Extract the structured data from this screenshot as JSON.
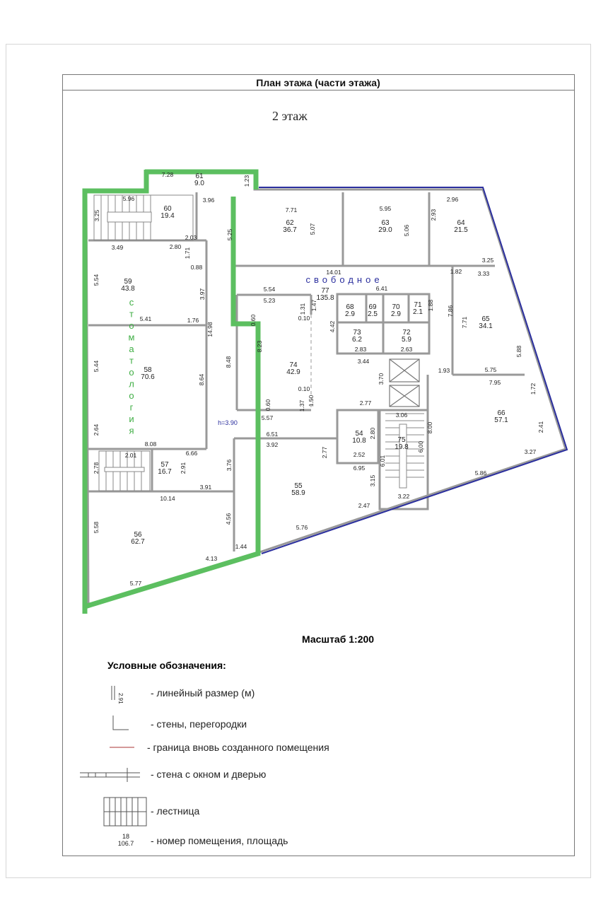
{
  "title": "План этажа (части этажа)",
  "floor_label": "2 этаж",
  "height_label": "h=3.90",
  "annotations": {
    "free_label": "свободное",
    "dentistry_label": "стоматология",
    "free_color": "#2b2f9e",
    "dentistry_color": "#5cbf60"
  },
  "rooms": [
    {
      "no": "61",
      "area": "9.0"
    },
    {
      "no": "60",
      "area": "19.4"
    },
    {
      "no": "62",
      "area": "36.7"
    },
    {
      "no": "63",
      "area": "29.0"
    },
    {
      "no": "64",
      "area": "21.5"
    },
    {
      "no": "59",
      "area": "43.8"
    },
    {
      "no": "77",
      "area": "135.8"
    },
    {
      "no": "68",
      "area": "2.9"
    },
    {
      "no": "69",
      "area": "2.5"
    },
    {
      "no": "70",
      "area": "2.9"
    },
    {
      "no": "71",
      "area": "2.1"
    },
    {
      "no": "73",
      "area": "6.2"
    },
    {
      "no": "72",
      "area": "5.9"
    },
    {
      "no": "65",
      "area": "34.1"
    },
    {
      "no": "74",
      "area": "42.9"
    },
    {
      "no": "58",
      "area": "70.6"
    },
    {
      "no": "66",
      "area": "57.1"
    },
    {
      "no": "54",
      "area": "10.8"
    },
    {
      "no": "75",
      "area": "19.8"
    },
    {
      "no": "57",
      "area": "16.7"
    },
    {
      "no": "55",
      "area": "58.9"
    },
    {
      "no": "56",
      "area": "62.7"
    }
  ],
  "dimensions": [
    "7.28",
    "1.23",
    "5.96",
    "3.96",
    "3.25",
    "7.71",
    "5.07",
    "5.95",
    "5.06",
    "2.96",
    "2.93",
    "2.03",
    "3.49",
    "2.80",
    "1.71",
    "0.88",
    "5.25",
    "14.01",
    "3.33",
    "3.25",
    "1.82",
    "5.54",
    "3.97",
    "5.54",
    "5.23",
    "1.31",
    "1.47",
    "0.10",
    "6.41",
    "5.41",
    "1.76",
    "14.98",
    "4.42",
    "2.83",
    "2.63",
    "3.44",
    "1.88",
    "7.86",
    "7.71",
    "5.88",
    "5.44",
    "8.23",
    "8.48",
    "8.64",
    "3.70",
    "1.93",
    "5.75",
    "7.95",
    "1.72",
    "2.41",
    "0.10",
    "1.37",
    "1.50",
    "5.57",
    "2.77",
    "3.06",
    "6.00",
    "8.00",
    "2.64",
    "8.08",
    "6.66",
    "6.51",
    "3.92",
    "2.80",
    "2.52",
    "2.77",
    "6.95",
    "6.01",
    "2.01",
    "2.78",
    "2.91",
    "3.76",
    "3.91",
    "10.14",
    "3.15",
    "5.86",
    "3.27",
    "3.22",
    "2.47",
    "5.58",
    "4.56",
    "5.76",
    "1.44",
    "4.13",
    "5.77",
    "0.60",
    "0.60"
  ],
  "scale": "Масштаб 1:200",
  "legend": {
    "title": "Условные обозначения:",
    "items": [
      {
        "sample": "2.91",
        "label": "- линейный размер (м)"
      },
      {
        "label": "- стены, перегородки"
      },
      {
        "label": "- граница вновь созданного помещения"
      },
      {
        "label": "- стена с окном и дверью"
      },
      {
        "label": "- лестница"
      },
      {
        "sample_no": "18",
        "sample_area": "106.7",
        "label": "- номер помещения, площадь"
      }
    ]
  }
}
